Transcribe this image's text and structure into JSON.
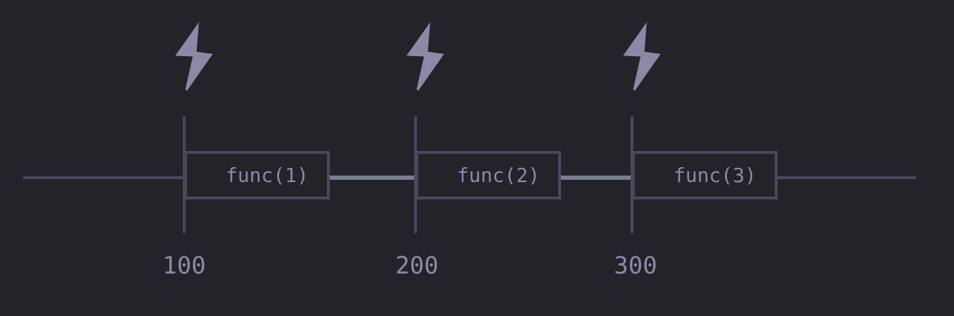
{
  "colors": {
    "background": "#232429",
    "line": "#484a5c",
    "connector": "#7b7d96",
    "icon": "#8a8aa6",
    "text": "#8a8aa6"
  },
  "events": [
    {
      "tick": "100",
      "label": "func(1)",
      "icon": "lightning-bolt-icon"
    },
    {
      "tick": "200",
      "label": "func(2)",
      "icon": "lightning-bolt-icon"
    },
    {
      "tick": "300",
      "label": "func(3)",
      "icon": "lightning-bolt-icon"
    }
  ]
}
